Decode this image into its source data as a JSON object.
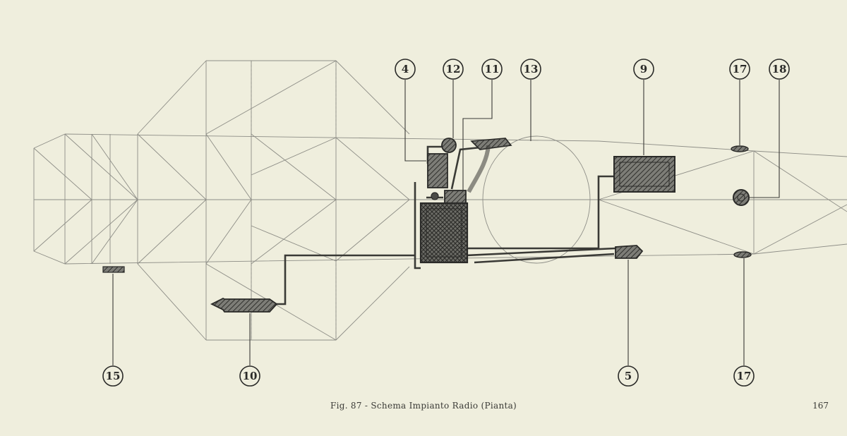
{
  "caption": "Fig. 87 - Schema Impianto Radio (Pianta)",
  "page_number": "167",
  "callouts": [
    {
      "id": "4",
      "label": "4"
    },
    {
      "id": "12",
      "label": "12"
    },
    {
      "id": "11",
      "label": "11"
    },
    {
      "id": "13",
      "label": "13"
    },
    {
      "id": "9",
      "label": "9"
    },
    {
      "id": "17-top",
      "label": "17"
    },
    {
      "id": "18",
      "label": "18"
    },
    {
      "id": "15",
      "label": "15"
    },
    {
      "id": "10",
      "label": "10"
    },
    {
      "id": "5",
      "label": "5"
    },
    {
      "id": "17-bottom",
      "label": "17"
    }
  ],
  "colors": {
    "paper": "#efeedd",
    "line": "#8a8a84",
    "ink": "#2a2a28",
    "hatch": "#4a4a46"
  }
}
